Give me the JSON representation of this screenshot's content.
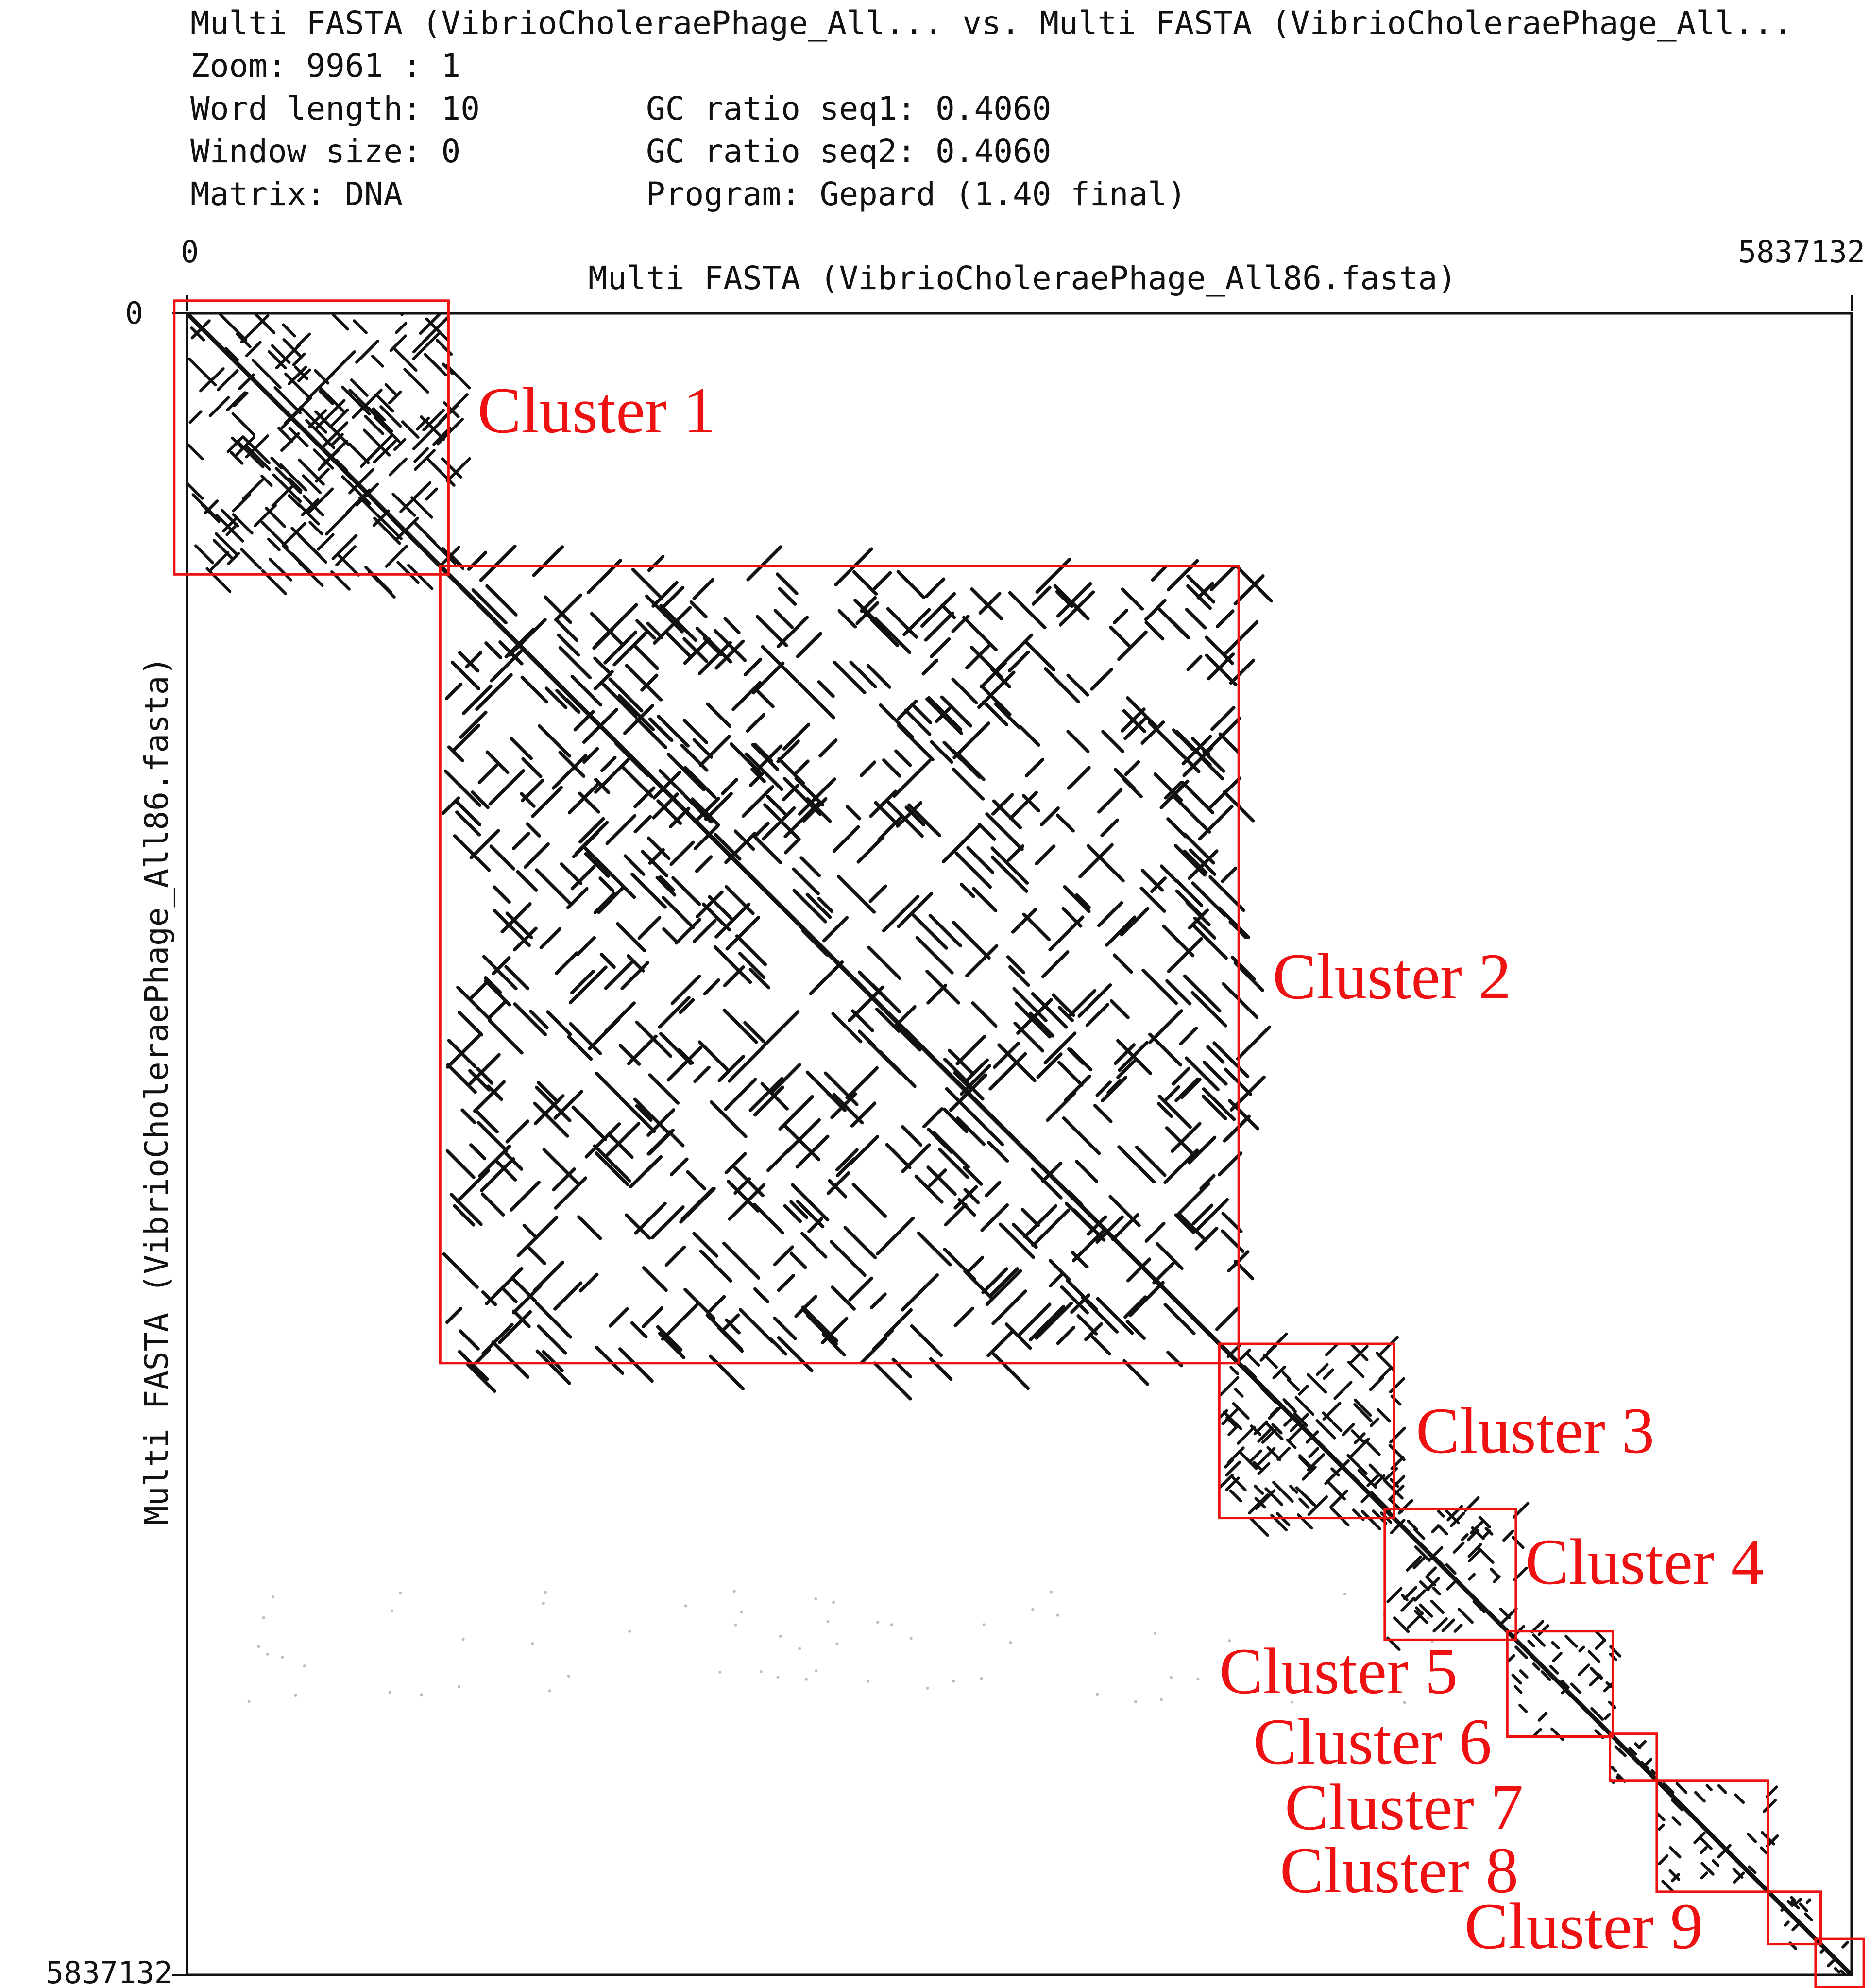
{
  "header": {
    "title": "Multi FASTA (VibrioCholeraePhage_All... vs. Multi FASTA (VibrioCholeraePhage_All...",
    "zoom": "Zoom: 9961 : 1",
    "word_length": "Word length: 10",
    "window_size": "Window size: 0",
    "matrix": "Matrix: DNA",
    "gc_seq1": "GC ratio seq1: 0.4060",
    "gc_seq2": "GC ratio seq2: 0.4060",
    "program": "Program: Gepard (1.40 final)"
  },
  "plot": {
    "x_axis_label": "Multi FASTA (VibrioCholeraePhage_All86.fasta)",
    "y_axis_label": "Multi FASTA (VibrioCholeraePhage_All86.fasta)",
    "x_min_label": "0",
    "x_max_label": "5837132",
    "y_min_label": "0",
    "y_max_label": "5837132",
    "axis_range": [
      0,
      5837132
    ],
    "box_color": "#ee1111",
    "dot_color": "#111111"
  },
  "clusters": [
    {
      "label": "Cluster 1",
      "start": -44700,
      "end": 917000
    },
    {
      "label": "Cluster 2",
      "start": 888000,
      "end": 3688000
    },
    {
      "label": "Cluster 3",
      "start": 3620000,
      "end": 4232000
    },
    {
      "label": "Cluster 4",
      "start": 4200000,
      "end": 4660000
    },
    {
      "label": "Cluster 5",
      "start": 4630000,
      "end": 5000000
    },
    {
      "label": "Cluster 6",
      "start": 4990000,
      "end": 5154000
    },
    {
      "label": "Cluster 7",
      "start": 5154000,
      "end": 5545000
    },
    {
      "label": "Cluster 8",
      "start": 5545000,
      "end": 5729000
    },
    {
      "label": "Cluster 9",
      "start": 5711000,
      "end": 5880000
    }
  ]
}
